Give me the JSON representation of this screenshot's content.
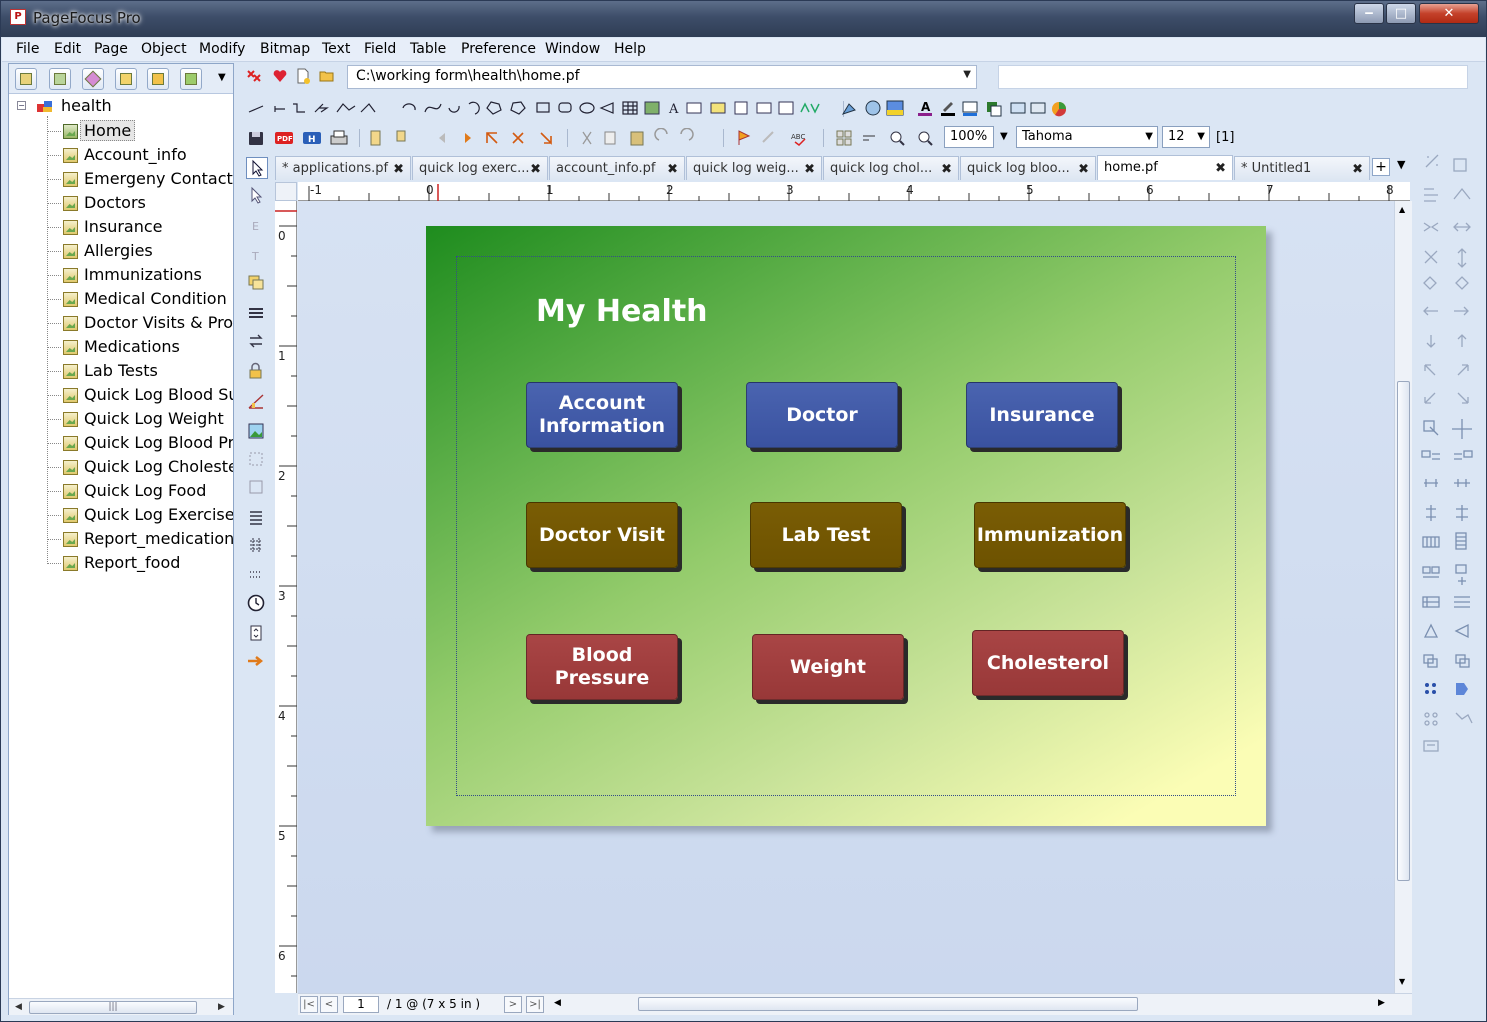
{
  "window": {
    "title": "PageFocus Pro",
    "controls": {
      "minimize": "‒",
      "maximize": "□",
      "close": "✕"
    }
  },
  "menu": [
    "File",
    "Edit",
    "Page",
    "Object",
    "Modify",
    "Bitmap",
    "Text",
    "Field",
    "Table",
    "Preference",
    "Window",
    "Help"
  ],
  "tree": {
    "root": "health",
    "items": [
      "Home",
      "Account_info",
      "Emergeny Contacts",
      "Doctors",
      "Insurance",
      "Allergies",
      "Immunizations",
      "Medical Condition",
      "Doctor Visits & Proc",
      "Medications",
      "Lab Tests",
      "Quick Log Blood Sug",
      "Quick Log Weight",
      "Quick Log Blood Pres",
      "Quick Log Cholestero",
      "Quick Log Food",
      "Quick Log Exercise",
      "Report_medication",
      "Report_food"
    ],
    "selected": "Home"
  },
  "toolbar": {
    "path": "C:\\working form\\health\\home.pf",
    "zoom": "100%",
    "font": "Tahoma",
    "font_size": "12",
    "bracket": "[1]"
  },
  "tabs": [
    {
      "label": "* applications.pf"
    },
    {
      "label": "quick log exerc..."
    },
    {
      "label": "account_info.pf"
    },
    {
      "label": "quick log weig..."
    },
    {
      "label": "quick log chol..."
    },
    {
      "label": "quick log bloo..."
    },
    {
      "label": "home.pf",
      "active": true
    },
    {
      "label": "* Untitled1"
    }
  ],
  "ruler": {
    "h_labels": [
      "-1",
      "0",
      "1",
      "2",
      "3",
      "4",
      "5",
      "6",
      "7",
      "8"
    ],
    "v_labels": [
      "0",
      "1",
      "2",
      "3",
      "4",
      "5",
      "6"
    ]
  },
  "page": {
    "title": "My Health",
    "buttons": [
      {
        "label": "Account\nInformation",
        "color": "#3f58a6"
      },
      {
        "label": "Doctor",
        "color": "#3f58a6"
      },
      {
        "label": "Insurance",
        "color": "#3f58a6"
      },
      {
        "label": "Doctor Visit",
        "color": "#735700"
      },
      {
        "label": "Lab Test",
        "color": "#735700"
      },
      {
        "label": "Immunization",
        "color": "#735700"
      },
      {
        "label": "Blood\nPressure",
        "color": "#9e3e3e"
      },
      {
        "label": "Weight",
        "color": "#9e3e3e"
      },
      {
        "label": "Cholesterol",
        "color": "#9e3e3e"
      }
    ]
  },
  "navigation": {
    "first": "|<",
    "prev": "<",
    "page_number": "1",
    "page_info": "/ 1 @ (7 x 5 in )",
    "next": ">",
    "last": ">|"
  }
}
